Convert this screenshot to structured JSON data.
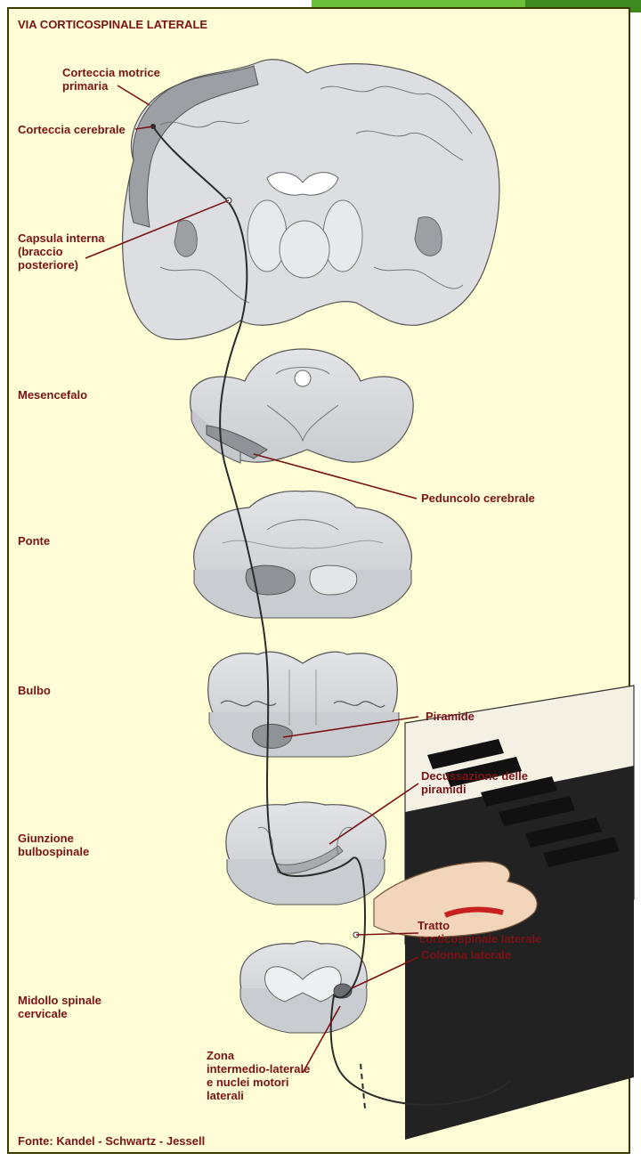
{
  "title": "VIA CORTICOSPINALE LATERALE",
  "labels": {
    "corteccia_motrice": [
      "Corteccia motrice",
      "primaria"
    ],
    "corteccia_cerebrale": "Corteccia cerebrale",
    "capsula_interna": [
      "Capsula interna",
      "(braccio",
      "posteriore)"
    ],
    "mesencefalo": "Mesencefalo",
    "peduncolo": "Peduncolo cerebrale",
    "ponte": "Ponte",
    "bulbo": "Bulbo",
    "piramide": "Piramide",
    "decussazione": [
      "Decussazione delle",
      "piramidi"
    ],
    "giunzione": [
      "Giunzione",
      "bulbospinale"
    ],
    "tratto": [
      "Tratto",
      "corticospinale laterale"
    ],
    "colonna": "Colonna laterale",
    "midollo": [
      "Midollo spinale",
      "cervicale"
    ],
    "zona": [
      "Zona",
      "intermedio-laterale",
      "e nuclei motori",
      "laterali"
    ]
  },
  "source": "Fonte: Kandel - Schwartz - Jessell",
  "colors": {
    "background": "#fffdd5",
    "label_text": "#7a1216",
    "tissue": "#d6d8db",
    "tissue_dark": "#8f9296",
    "pathway": "#2b2b2b"
  }
}
